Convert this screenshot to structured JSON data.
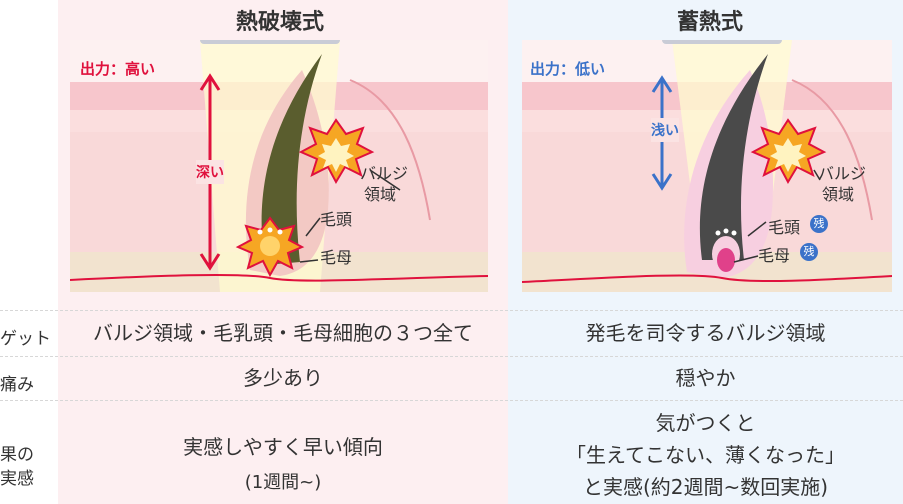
{
  "columns": [
    {
      "title": "熱破壊式",
      "power_label": "出力：高い",
      "depth_label": "深い",
      "bulge_label_1": "バルジ",
      "bulge_label_2": "領域",
      "papilla_label": "毛頭",
      "matrix_label": "毛母"
    },
    {
      "title": "蓄熱式",
      "power_label": "出力：低い",
      "depth_label": "浅い",
      "bulge_label_1": "バルジ",
      "bulge_label_2": "領域",
      "papilla_label": "毛頭",
      "matrix_label": "毛母",
      "remain_badge": "残"
    }
  ],
  "rows": [
    {
      "label": "ゲット",
      "left": "バルジ領域・毛乳頭・毛母細胞の３つ全て",
      "right": "発毛を司令するバルジ領域"
    },
    {
      "label": "痛み",
      "left": "多少あり",
      "right": "穏やか"
    },
    {
      "label_1": "果の",
      "label_2": "実感",
      "left_1": "実感しやすく早い傾向",
      "left_2": "(1週間~)",
      "right_1": "気がつくと",
      "right_2": "「生えてこない、薄くなった」",
      "right_3": "と実感(約2週間~数回実施)"
    }
  ],
  "colors": {
    "red": "#e0113d",
    "blue": "#3b72c9",
    "hair": "#5a5d2e",
    "skin": "#f7d3d3"
  }
}
